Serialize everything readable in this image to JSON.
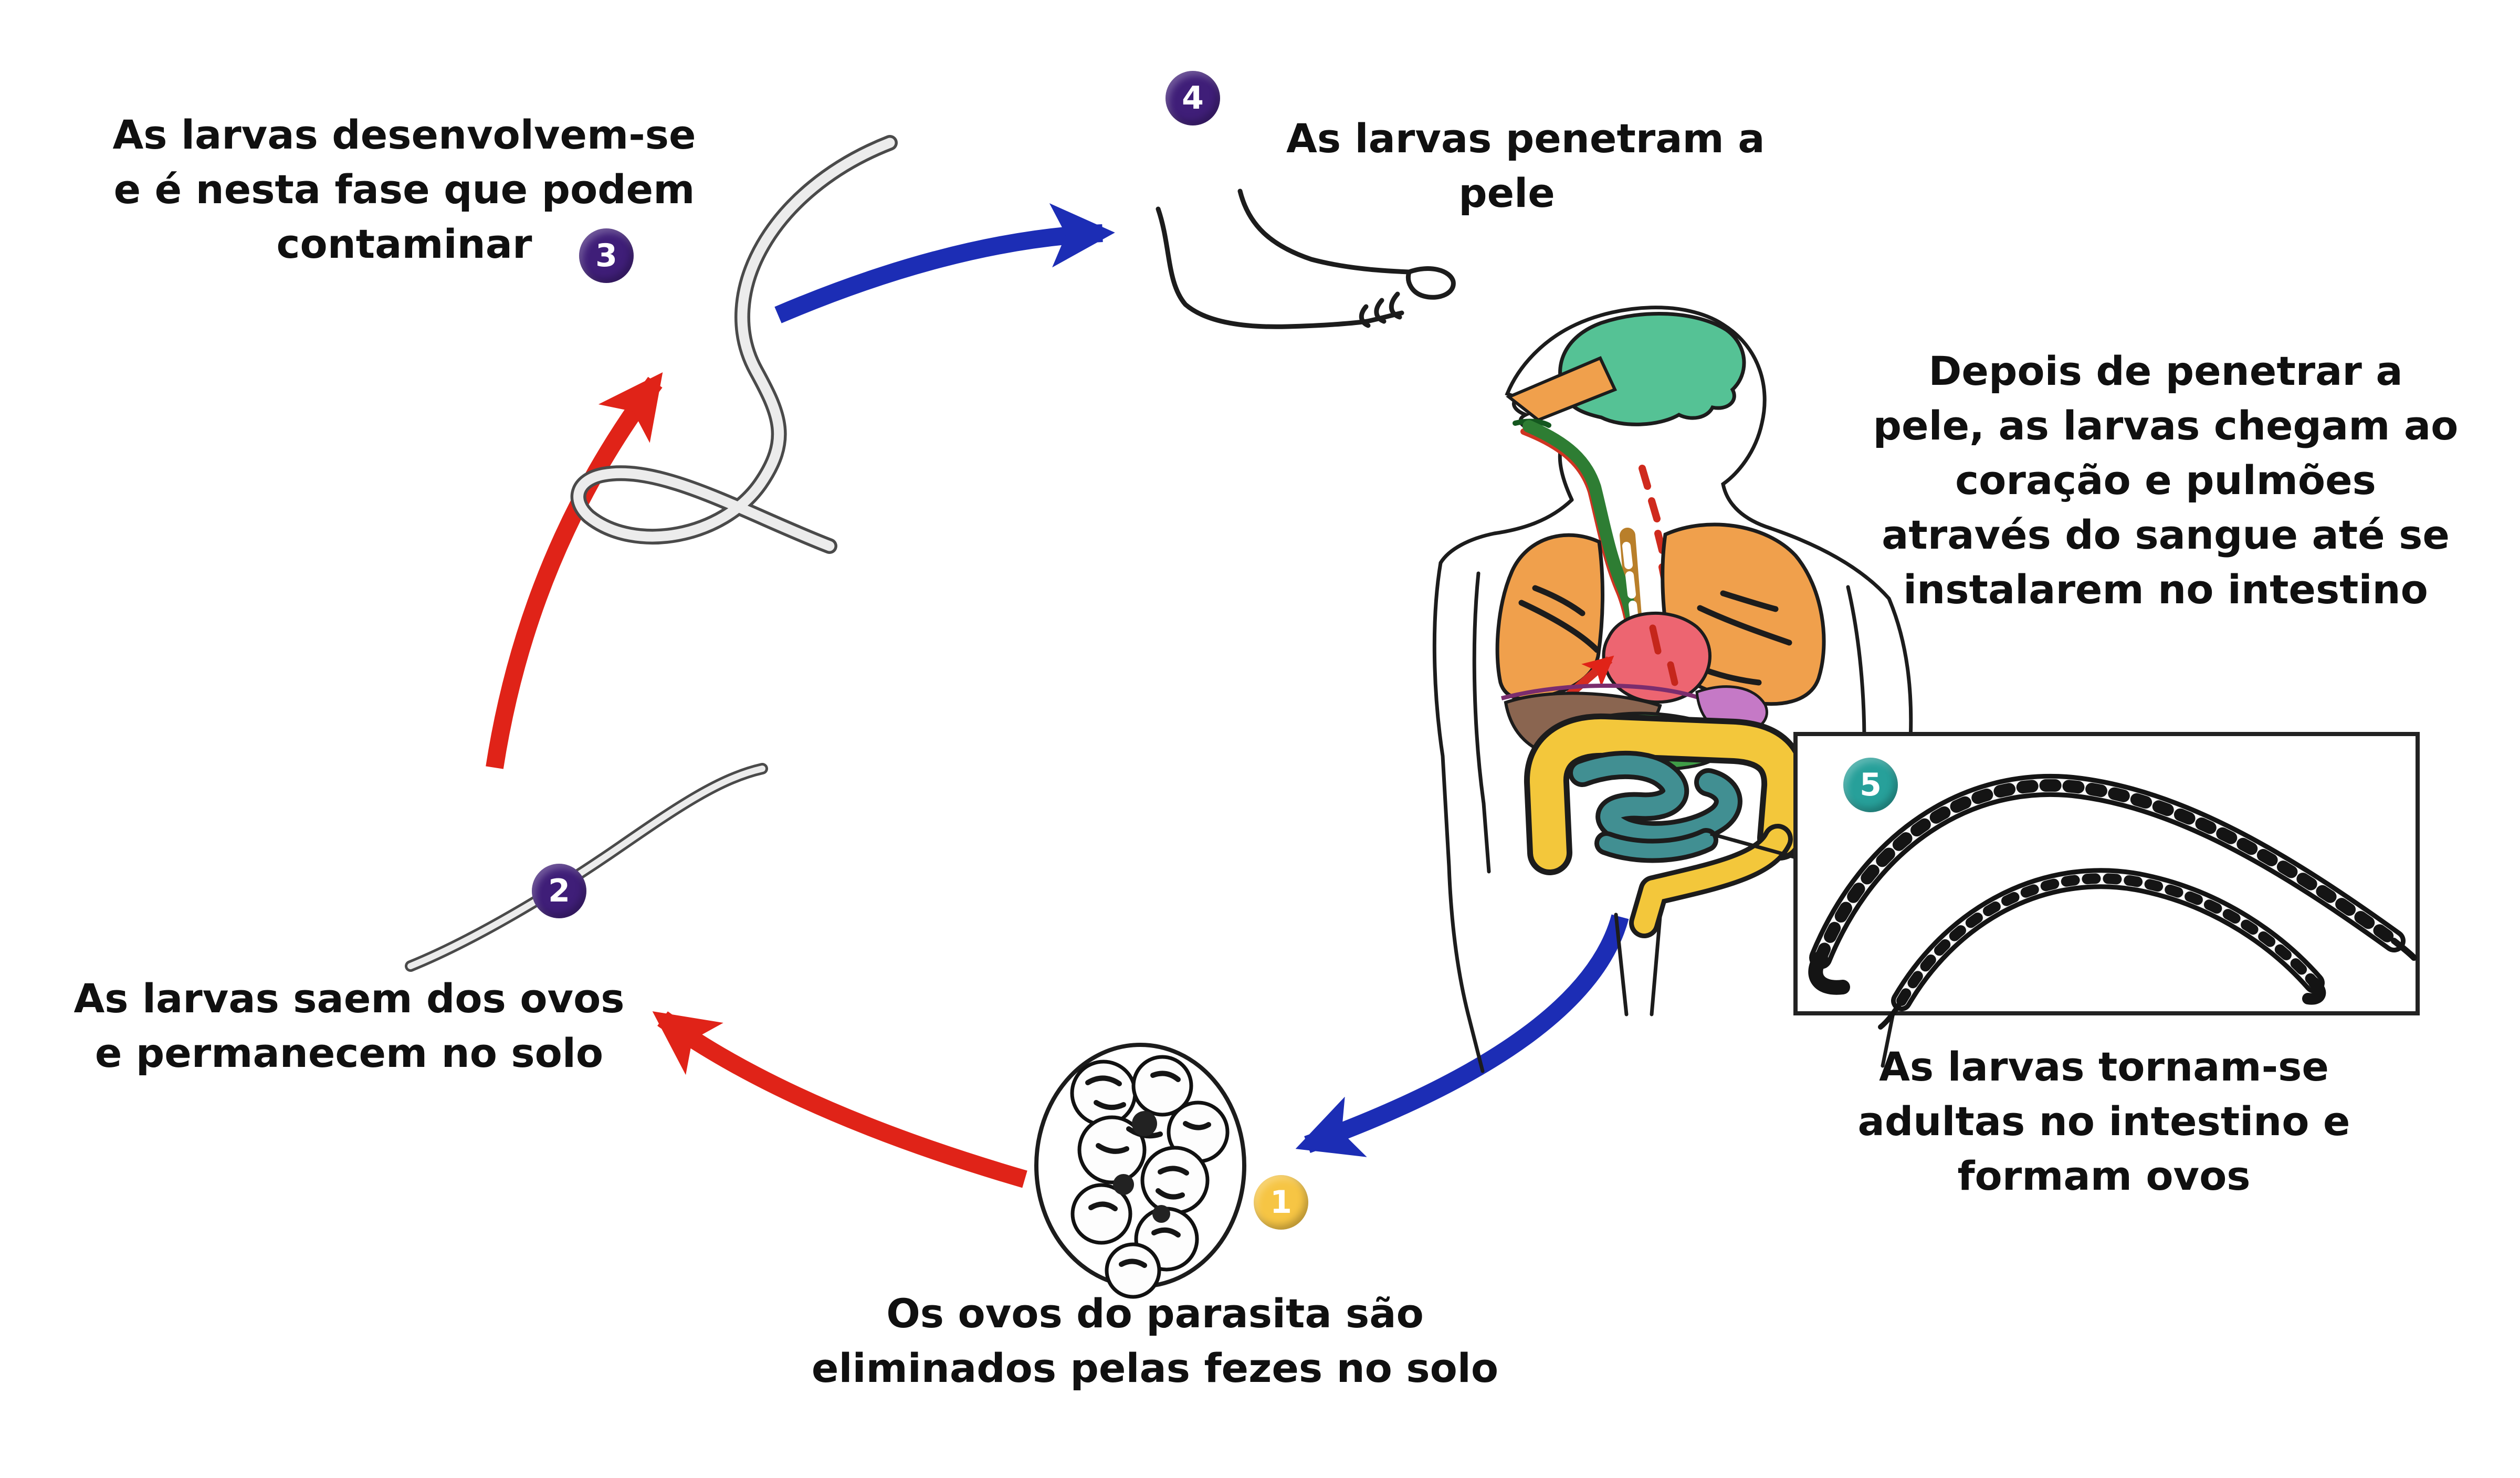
{
  "steps": {
    "s1": {
      "badge": "1",
      "line1": "Os ovos do parasita são",
      "line2": "eliminados pelas fezes no solo"
    },
    "s2": {
      "badge": "2",
      "line1": "As larvas saem dos ovos",
      "line2": "e permanecem no solo"
    },
    "s3": {
      "badge": "3",
      "line1": "As larvas desenvolvem-se",
      "line2": "e é nesta fase que podem",
      "line3": "contaminar"
    },
    "s4": {
      "badge": "4",
      "line1": "As larvas penetram a",
      "line2": "pele"
    },
    "s5": {
      "badge": "5",
      "line1": "As larvas tornam-se",
      "line2": "adultas no intestino e",
      "line3": "formam ovos"
    }
  },
  "note": {
    "line1": "Depois de penetrar a",
    "line2": "pele, as larvas chegam ao",
    "line3": "coração e pulmões",
    "line4": "através do sangue até se",
    "line5": "instalarem no intestino"
  },
  "icons": {
    "larva_stage3": "s-shaped-larva-icon",
    "larva_stage2": "curved-larva-icon",
    "foot": "bare-foot-icon",
    "human_body": "human-torso-organs-icon",
    "adult_worms": "adult-worms-icon",
    "egg": "parasite-egg-icon"
  },
  "colors": {
    "arrow_red": "#e02318",
    "arrow_blue": "#1c2db5",
    "badge_purple": "#3f1e78",
    "badge_teal": "#27a09a",
    "badge_yellow": "#f6c544",
    "ink": "#1c1c1c",
    "brain": "#55c295",
    "lungs": "#f0a04c",
    "heart": "#ed6571",
    "liver": "#8a6550",
    "stomach": "#3f9d47",
    "spleen": "#c579c6",
    "colon": "#f3c73b",
    "intestine": "#418f92",
    "esophagus": "#2e7d33"
  }
}
